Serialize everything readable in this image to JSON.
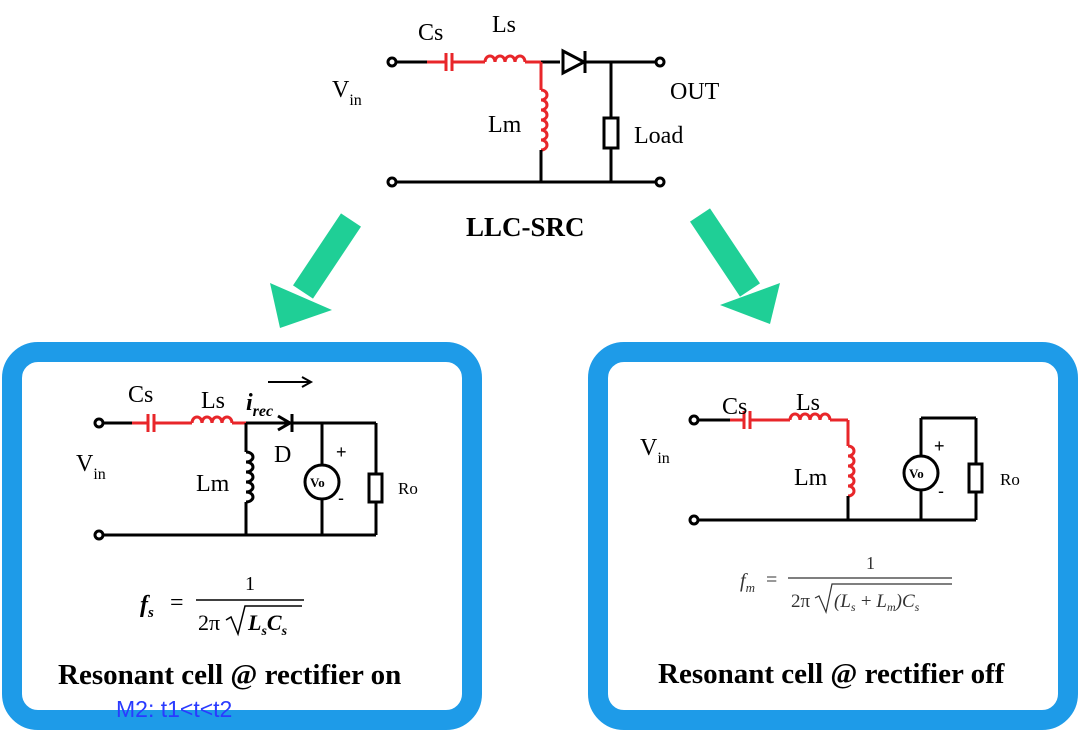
{
  "colors": {
    "wire": "#000000",
    "resonant": "#e8262a",
    "arrow": "#1fcf96",
    "panel_border": "#1e9be8",
    "note": "#2a3bff"
  },
  "top_circuit": {
    "labels": {
      "cs": "Cs",
      "ls": "Ls",
      "lm": "Lm",
      "v": "V",
      "v_sub": "in",
      "out": "OUT",
      "load": "Load"
    },
    "title": "LLC-SRC"
  },
  "left_panel": {
    "labels": {
      "cs": "Cs",
      "ls": "Ls",
      "i": "i",
      "i_sub": "rec",
      "d": "D",
      "v": "V",
      "v_sub": "in",
      "lm": "Lm",
      "vo": "Vo",
      "plus": "+",
      "minus": "-",
      "ro": "Ro"
    },
    "formula": {
      "lhs": "f",
      "lhs_sub": "s",
      "eq": "=",
      "num": "1",
      "den_pre": "2π",
      "den_a": "L",
      "den_a_sub": "s",
      "den_b": "C",
      "den_b_sub": "s"
    },
    "caption": "Resonant cell @ rectifier on",
    "note": "M2: t1<t<t2"
  },
  "right_panel": {
    "labels": {
      "cs": "Cs",
      "ls": "Ls",
      "v": "V",
      "v_sub": "in",
      "lm": "Lm",
      "vo": "Vo",
      "plus": "+",
      "minus": "-",
      "ro": "Ro"
    },
    "formula": {
      "lhs": "f",
      "lhs_sub": "m",
      "eq": "=",
      "num": "1",
      "den_pre": "2π",
      "den_open": "(",
      "den_a": "L",
      "den_a_sub": "s",
      "den_plus": "+",
      "den_b": "L",
      "den_b_sub": "m",
      "den_close": ")",
      "den_c": "C",
      "den_c_sub": "s"
    },
    "caption": "Resonant cell @ rectifier off"
  }
}
